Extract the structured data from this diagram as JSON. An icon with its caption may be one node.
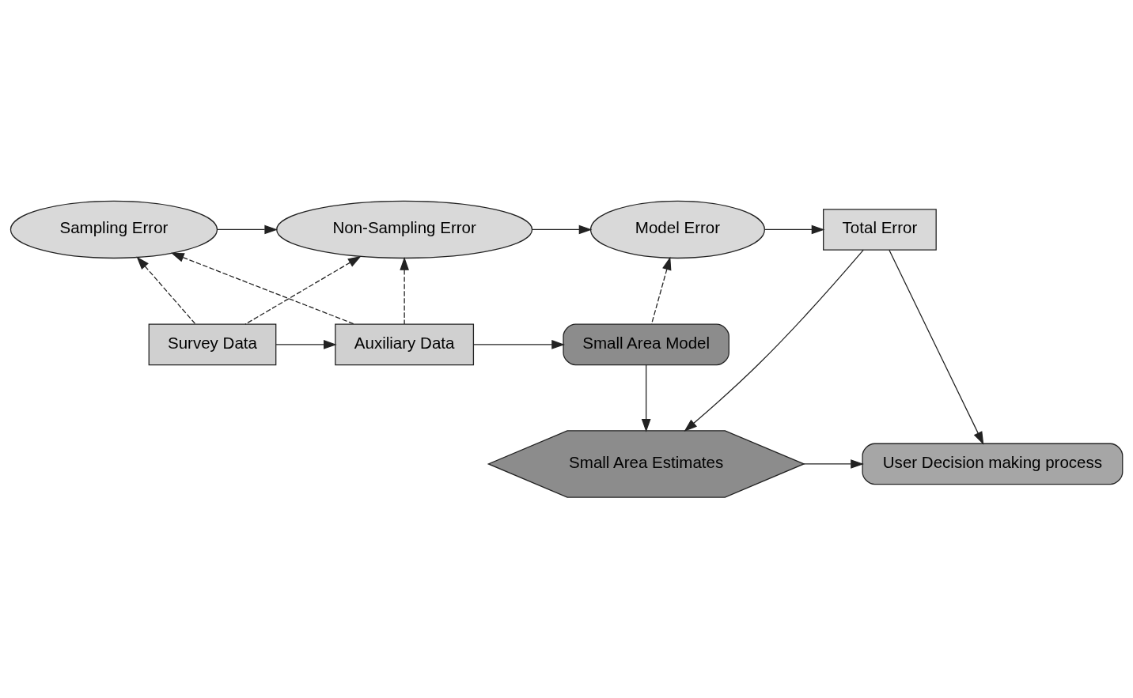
{
  "diagram": {
    "nodes": [
      {
        "text": [
          "Sampling Error"
        ]
      },
      {
        "text": [
          "Non-Sampling Error"
        ]
      },
      {
        "text": [
          "Model Error"
        ]
      },
      {
        "text": [
          "Total Error"
        ]
      },
      {
        "text": [
          "Survey Data"
        ]
      },
      {
        "text": [
          "Auxiliary Data"
        ]
      },
      {
        "text": [
          "Small Area Model"
        ]
      },
      {
        "text": [
          "Small Area Estimates"
        ]
      },
      {
        "text": [
          "User Decision making process"
        ]
      }
    ],
    "edges": [
      {
        "from": 0,
        "to": 1,
        "arrow": "to"
      },
      {
        "from": 1,
        "to": 2,
        "arrow": "to"
      },
      {
        "from": 2,
        "to": 3,
        "arrow": "to"
      },
      {
        "from": 4,
        "to": 0,
        "arrow": "to",
        "style": "dashed"
      },
      {
        "from": 4,
        "to": 1,
        "arrow": "to",
        "style": "dashed"
      },
      {
        "from": 5,
        "to": 0,
        "arrow": "to",
        "style": "dashed"
      },
      {
        "from": 5,
        "to": 1,
        "arrow": "to",
        "style": "dashed"
      },
      {
        "from": 6,
        "to": 2,
        "arrow": "to",
        "style": "dashed"
      },
      {
        "from": 4,
        "to": 5,
        "arrow": "to"
      },
      {
        "from": 5,
        "to": 6,
        "arrow": "to"
      },
      {
        "from": 6,
        "to": 7,
        "arrow": "to"
      },
      {
        "from": 3,
        "to": 7,
        "arrow": "to"
      },
      {
        "from": 3,
        "to": 8,
        "arrow": "to"
      },
      {
        "from": 7,
        "to": 8,
        "arrow": "to"
      }
    ]
  }
}
